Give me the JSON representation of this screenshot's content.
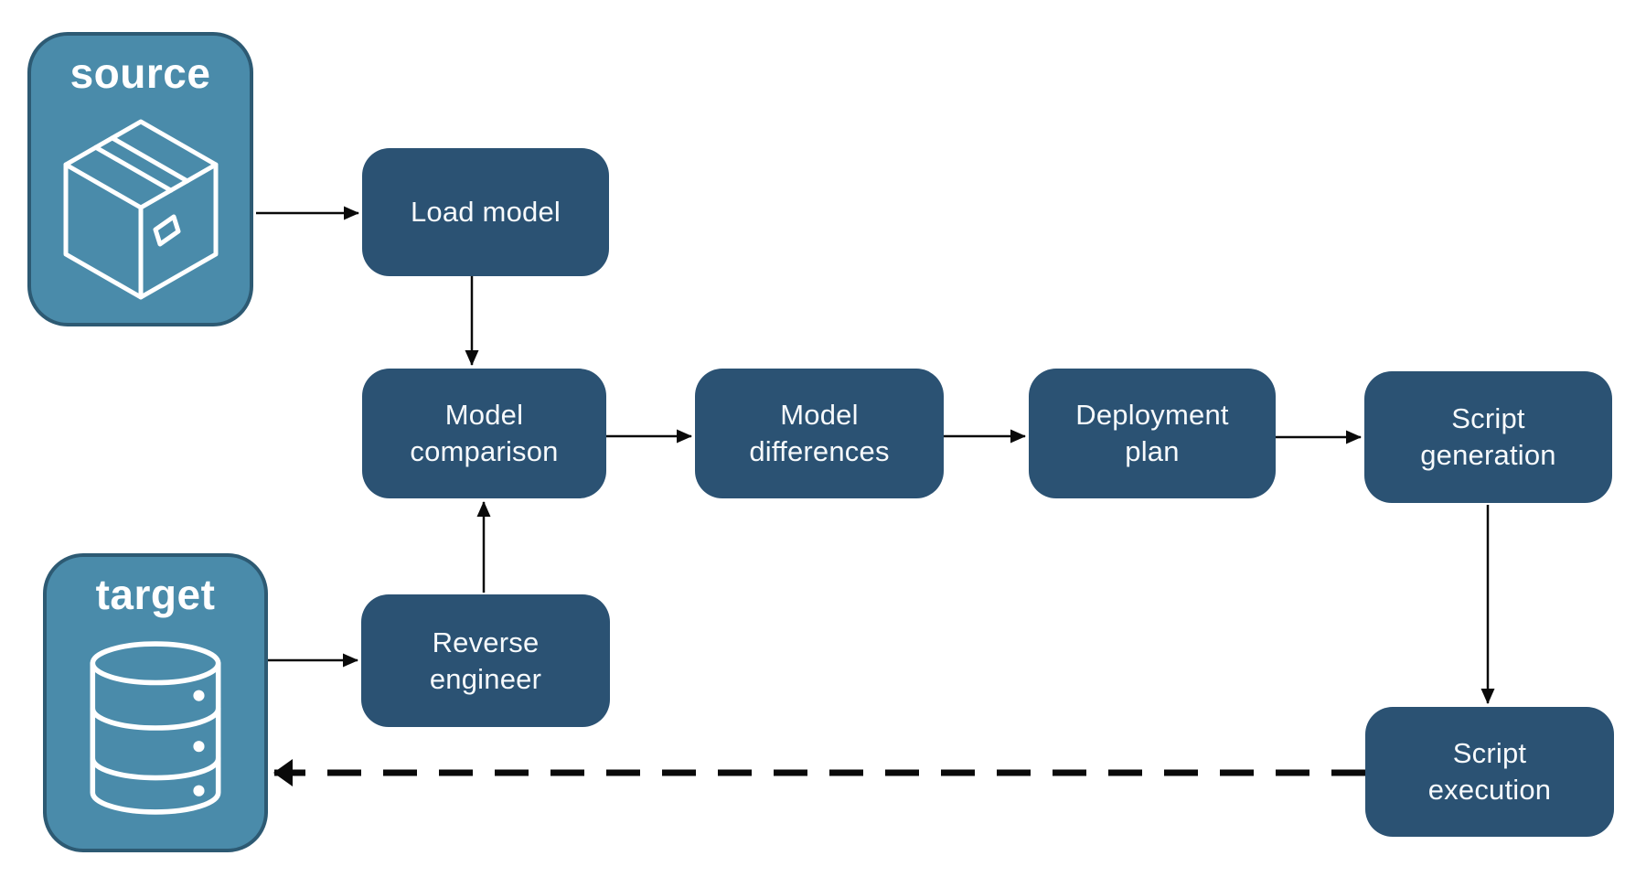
{
  "diagram": {
    "colors": {
      "canvas_bg": "#ffffff",
      "step_fill": "#2B5273",
      "step_text": "#F7FAFC",
      "endpoint_fill": "#4A8BAA",
      "endpoint_border": "#2D5A73",
      "endpoint_text": "#ffffff",
      "arrow": "#0a0a0a"
    },
    "endpoints": [
      {
        "id": "source",
        "label": "source",
        "icon": "package-icon"
      },
      {
        "id": "target",
        "label": "target",
        "icon": "database-icon"
      }
    ],
    "steps": [
      {
        "id": "load-model",
        "label": "Load model"
      },
      {
        "id": "model-comparison",
        "label": "Model comparison"
      },
      {
        "id": "model-differences",
        "label": "Model differences"
      },
      {
        "id": "deployment-plan",
        "label": "Deployment plan"
      },
      {
        "id": "script-generation",
        "label": "Script generation"
      },
      {
        "id": "reverse-engineer",
        "label": "Reverse engineer"
      },
      {
        "id": "script-execution",
        "label": "Script execution"
      }
    ],
    "flows": [
      {
        "from": "source",
        "to": "load-model",
        "style": "solid"
      },
      {
        "from": "load-model",
        "to": "model-comparison",
        "style": "solid"
      },
      {
        "from": "target",
        "to": "reverse-engineer",
        "style": "solid"
      },
      {
        "from": "reverse-engineer",
        "to": "model-comparison",
        "style": "solid"
      },
      {
        "from": "model-comparison",
        "to": "model-differences",
        "style": "solid"
      },
      {
        "from": "model-differences",
        "to": "deployment-plan",
        "style": "solid"
      },
      {
        "from": "deployment-plan",
        "to": "script-generation",
        "style": "solid"
      },
      {
        "from": "script-generation",
        "to": "script-execution",
        "style": "solid"
      },
      {
        "from": "script-execution",
        "to": "target",
        "style": "dashed"
      }
    ]
  }
}
